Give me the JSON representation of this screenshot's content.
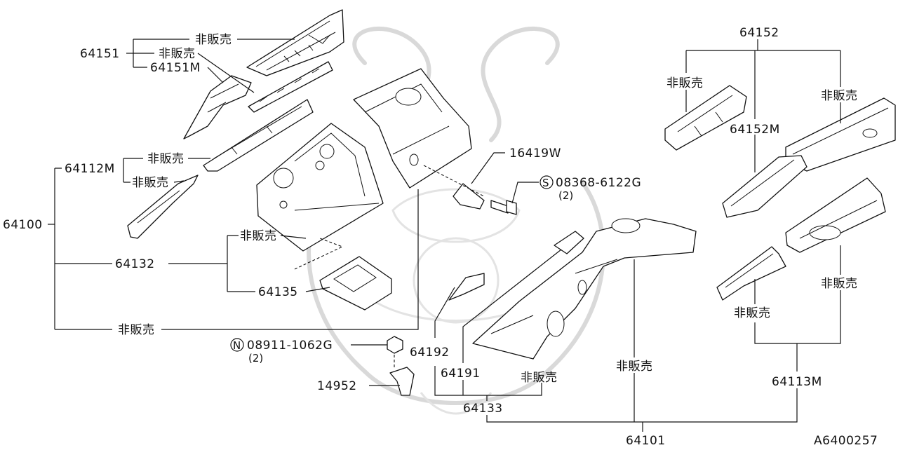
{
  "diagram": {
    "labels": {
      "p64151": "64151",
      "p64151M": "64151M",
      "p64112M": "64112M",
      "p64100": "64100",
      "p64132": "64132",
      "p64135": "64135",
      "p16419W": "16419W",
      "p08368": "08368-6122G",
      "p08368_qty": "(2)",
      "p08911": "08911-1062G",
      "p08911_qty": "(2)",
      "p14952": "14952",
      "p64192": "64192",
      "p64191": "64191",
      "p64133": "64133",
      "p64101": "64101",
      "p64152": "64152",
      "p64152M": "64152M",
      "p64113M": "64113M",
      "not_for_sale": "非販売",
      "circle_s": "S",
      "circle_n": "N",
      "diagram_id": "A6400257"
    }
  }
}
